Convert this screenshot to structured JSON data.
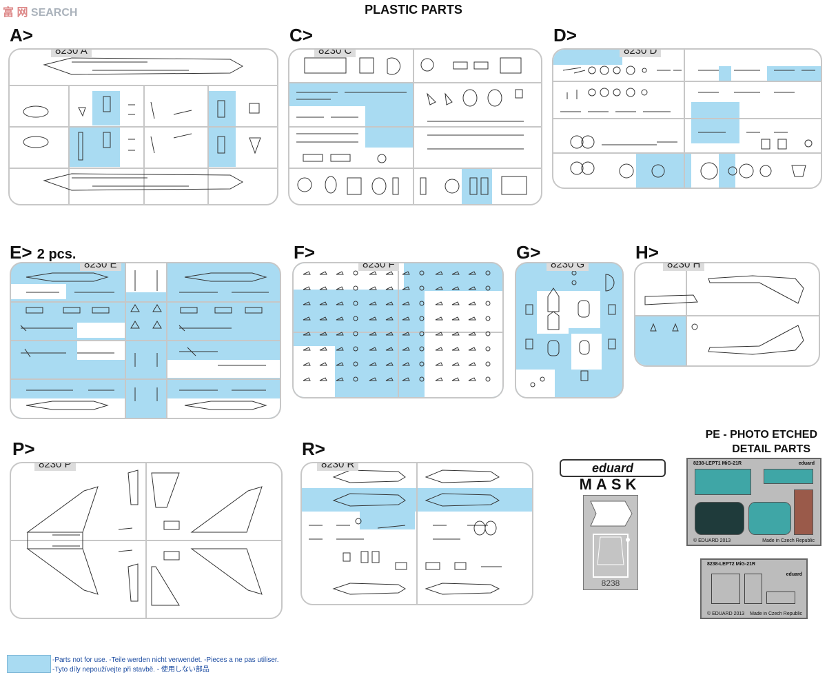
{
  "header": {
    "title": "PLASTIC PARTS",
    "watermark": "SEARCH",
    "watermark_mark": "富 网"
  },
  "sprues": {
    "A": {
      "letter": "A>",
      "code": "8230 A"
    },
    "C": {
      "letter": "C>",
      "code": "8230 C"
    },
    "D": {
      "letter": "D>",
      "code": "8230 D"
    },
    "E": {
      "letter": "E>",
      "qty": "2 pcs.",
      "code": "8230 E"
    },
    "F": {
      "letter": "F>",
      "code": "8230 F"
    },
    "G": {
      "letter": "G>",
      "code": "8230 G"
    },
    "H": {
      "letter": "H>",
      "code": "8230 H"
    },
    "P": {
      "letter": "P>",
      "code": "8230 P"
    },
    "R": {
      "letter": "R>",
      "code": "8230 R"
    }
  },
  "mask": {
    "brand": "eduard",
    "label": "MASK",
    "number": "8238"
  },
  "pe": {
    "title_line1": "PE - PHOTO ETCHED",
    "title_line2": "DETAIL PARTS",
    "sheet1": {
      "code": "8238-LEPT1",
      "model": "MiG-21R",
      "brand": "eduard",
      "copyright": "© EDUARD 2013",
      "origin": "Made in Czech Republic"
    },
    "sheet2": {
      "code": "8238-LEPT2",
      "model": "MiG-21R",
      "brand": "eduard",
      "copyright": "© EDUARD 2013",
      "origin": "Made in Czech Republic"
    }
  },
  "legend": {
    "line1": "-Parts not for use. -Teile werden nicht verwendet. -Pieces a ne pas utiliser.",
    "line2": "-Tyto díly nepoužívejte při stavbě. -   使用しない部品",
    "swatch_color": "#a9dbf2"
  },
  "colors": {
    "unused_parts": "#a9dbf2",
    "sprue_frame": "#c7c7c7"
  }
}
